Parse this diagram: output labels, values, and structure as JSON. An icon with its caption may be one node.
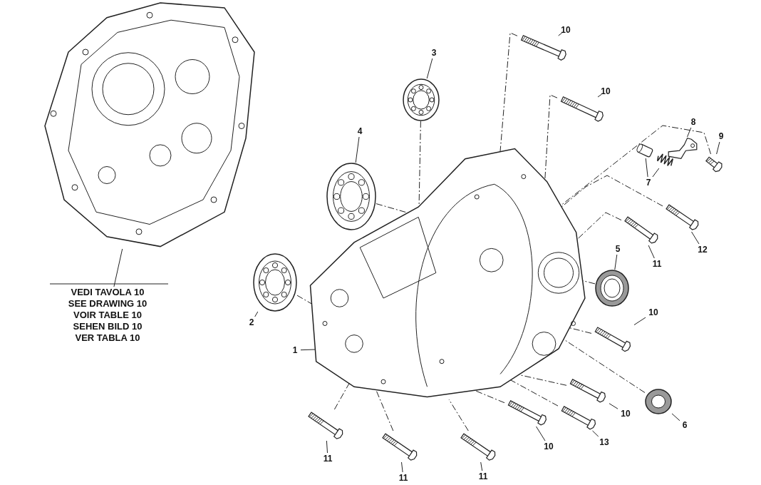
{
  "diagram": {
    "nodes": [
      {
        "text": [],
        "shape": "picture"
      },
      {
        "text": [
          "VEDI TAVOLA 10",
          "SEE DRAWING 10",
          "VOIR TABLE 10",
          "SEHEN BILD 10",
          "VER TABLA 10"
        ]
      },
      {
        "text": [],
        "shape": "picture"
      },
      {
        "text": [
          "1"
        ]
      },
      {
        "text": [],
        "shape": "picture"
      },
      {
        "text": [
          "2"
        ]
      },
      {
        "text": [],
        "shape": "picture"
      },
      {
        "text": [
          "3"
        ]
      },
      {
        "text": [],
        "shape": "picture"
      },
      {
        "text": [
          "4"
        ]
      },
      {
        "text": [],
        "shape": "picture"
      },
      {
        "text": [
          "5"
        ]
      },
      {
        "text": [],
        "shape": "picture"
      },
      {
        "text": [
          "6"
        ]
      },
      {
        "text": [],
        "shape": "picture"
      },
      {
        "text": [],
        "shape": "picture"
      },
      {
        "text": [
          "7"
        ]
      },
      {
        "text": [],
        "shape": "picture"
      },
      {
        "text": [
          "8"
        ]
      },
      {
        "text": [],
        "shape": "picture"
      },
      {
        "text": [
          "9"
        ]
      },
      {
        "text": [],
        "shape": "picture"
      },
      {
        "text": [
          "10"
        ]
      },
      {
        "text": [],
        "shape": "picture"
      },
      {
        "text": [
          "10"
        ]
      },
      {
        "text": [],
        "shape": "picture"
      },
      {
        "text": [
          "10"
        ]
      },
      {
        "text": [],
        "shape": "picture"
      },
      {
        "text": [
          "10"
        ]
      },
      {
        "text": [],
        "shape": "picture"
      },
      {
        "text": [
          "10"
        ]
      },
      {
        "text": [],
        "shape": "picture"
      },
      {
        "text": [
          "11"
        ]
      },
      {
        "text": [],
        "shape": "picture"
      },
      {
        "text": [
          "11"
        ]
      },
      {
        "text": [],
        "shape": "picture"
      },
      {
        "text": [
          "11"
        ]
      },
      {
        "text": [],
        "shape": "picture"
      },
      {
        "text": [
          "11"
        ]
      },
      {
        "text": [],
        "shape": "picture"
      },
      {
        "text": [
          "12"
        ]
      },
      {
        "text": [],
        "shape": "picture"
      },
      {
        "text": [
          "13"
        ]
      }
    ],
    "edges": [
      {
        "from": 1,
        "to": 0,
        "arrow": "none"
      },
      {
        "from": 3,
        "to": 2,
        "arrow": "none"
      },
      {
        "from": 5,
        "to": 4,
        "arrow": "none"
      },
      {
        "from": 7,
        "to": 6,
        "arrow": "none"
      },
      {
        "from": 9,
        "to": 8,
        "arrow": "none"
      },
      {
        "from": 11,
        "to": 10,
        "arrow": "none"
      },
      {
        "from": 13,
        "to": 12,
        "arrow": "none"
      },
      {
        "from": 16,
        "to": 14,
        "arrow": "none"
      },
      {
        "from": 16,
        "to": 15,
        "arrow": "none"
      },
      {
        "from": 18,
        "to": 17,
        "arrow": "none"
      },
      {
        "from": 20,
        "to": 19,
        "arrow": "none"
      },
      {
        "from": 22,
        "to": 21,
        "arrow": "none"
      },
      {
        "from": 24,
        "to": 23,
        "arrow": "none"
      },
      {
        "from": 26,
        "to": 25,
        "arrow": "none"
      },
      {
        "from": 28,
        "to": 27,
        "arrow": "none"
      },
      {
        "from": 30,
        "to": 29,
        "arrow": "none"
      },
      {
        "from": 32,
        "to": 31,
        "arrow": "none"
      },
      {
        "from": 34,
        "to": 33,
        "arrow": "none"
      },
      {
        "from": 36,
        "to": 35,
        "arrow": "none"
      },
      {
        "from": 38,
        "to": 37,
        "arrow": "none"
      },
      {
        "from": 40,
        "to": 39,
        "arrow": "none"
      },
      {
        "from": 42,
        "to": 41,
        "arrow": "none"
      },
      {
        "from": 6,
        "to": 2,
        "arrow": "none",
        "style": "dashed"
      },
      {
        "from": 8,
        "to": 2,
        "arrow": "none",
        "style": "dashed"
      },
      {
        "from": 4,
        "to": 2,
        "arrow": "none",
        "style": "dashed"
      },
      {
        "from": 10,
        "to": 2,
        "arrow": "none",
        "style": "dashed"
      },
      {
        "from": 12,
        "to": 2,
        "arrow": "none",
        "style": "dashed"
      },
      {
        "from": 21,
        "to": 2,
        "arrow": "none",
        "style": "dashed"
      },
      {
        "from": 23,
        "to": 2,
        "arrow": "none",
        "style": "dashed"
      },
      {
        "from": 19,
        "to": 2,
        "arrow": "none",
        "style": "dashed"
      },
      {
        "from": 39,
        "to": 2,
        "arrow": "none",
        "style": "dashed"
      },
      {
        "from": 31,
        "to": 2,
        "arrow": "none",
        "style": "dashed"
      },
      {
        "from": 25,
        "to": 2,
        "arrow": "none",
        "style": "dashed"
      },
      {
        "from": 27,
        "to": 2,
        "arrow": "none",
        "style": "dashed"
      },
      {
        "from": 41,
        "to": 2,
        "arrow": "none",
        "style": "dashed"
      },
      {
        "from": 29,
        "to": 2,
        "arrow": "none",
        "style": "dashed"
      },
      {
        "from": 33,
        "to": 2,
        "arrow": "none",
        "style": "dashed"
      },
      {
        "from": 35,
        "to": 2,
        "arrow": "none",
        "style": "dashed"
      },
      {
        "from": 37,
        "to": 2,
        "arrow": "none",
        "style": "dashed"
      }
    ]
  }
}
